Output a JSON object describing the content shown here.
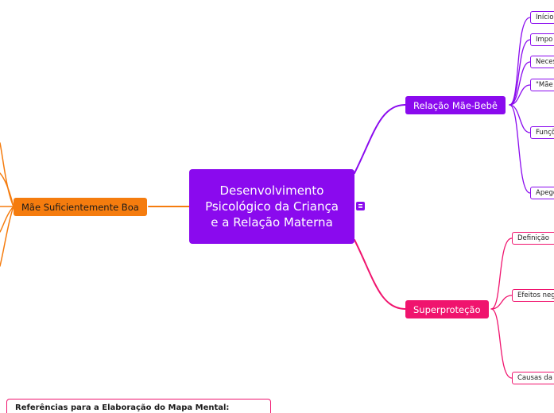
{
  "colors": {
    "purple": "#8a0aee",
    "pink": "#f0146e",
    "orange": "#f57c0e"
  },
  "central": {
    "label": "Desenvolvimento Psicológico da Criança e a Relação Materna",
    "icon": "notes-icon"
  },
  "branches": {
    "relacao": {
      "label": "Relação Mãe-Bebê",
      "children": [
        "Início",
        "Impo",
        "Neces",
        "\"Mãe",
        "Funçõ",
        "Apego"
      ]
    },
    "superprotecao": {
      "label": "Superproteção",
      "children": [
        "Definição",
        "Efeitos neg",
        "Causas da"
      ]
    },
    "mae_boa": {
      "label": "Mãe Suficientemente Boa"
    }
  },
  "references": {
    "label": "Referências para a Elaboração do Mapa Mental:"
  }
}
